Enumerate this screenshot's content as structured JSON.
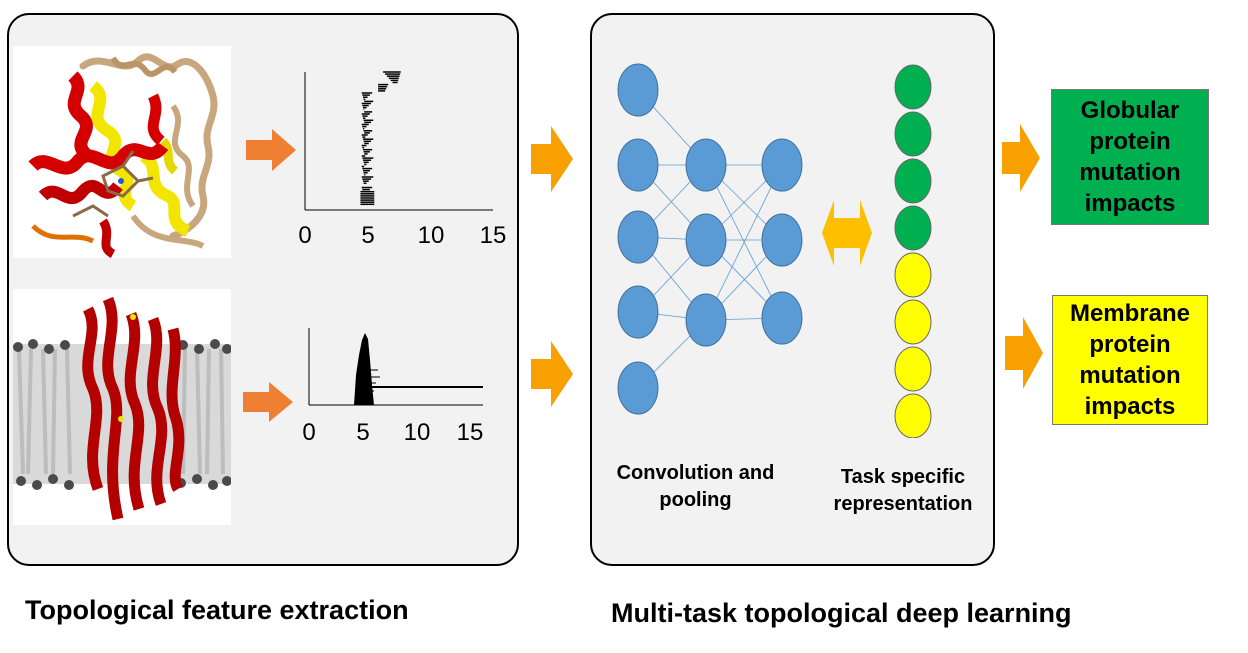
{
  "left_panel": {
    "caption": "Topological feature extraction",
    "plot_top": {
      "ticks": [
        "0",
        "5",
        "10",
        "15"
      ]
    },
    "plot_bottom": {
      "ticks": [
        "0",
        "5",
        "10",
        "15"
      ]
    }
  },
  "right_panel": {
    "caption": "Multi-task topological deep learning",
    "label_conv": "Convolution and pooling",
    "label_task": "Task specific representation"
  },
  "outputs": {
    "globular": "Globular protein mutation impacts",
    "membrane": "Membrane protein mutation impacts"
  },
  "colors": {
    "arrow": "#f7a000",
    "small_arrow": "#ef8033",
    "node": "#5b9bd5",
    "green": "#00b050",
    "yellow": "#ffff00",
    "helix_red": "#d40000",
    "helix_yellow": "#f2e600",
    "tan": "#c8a77e"
  }
}
